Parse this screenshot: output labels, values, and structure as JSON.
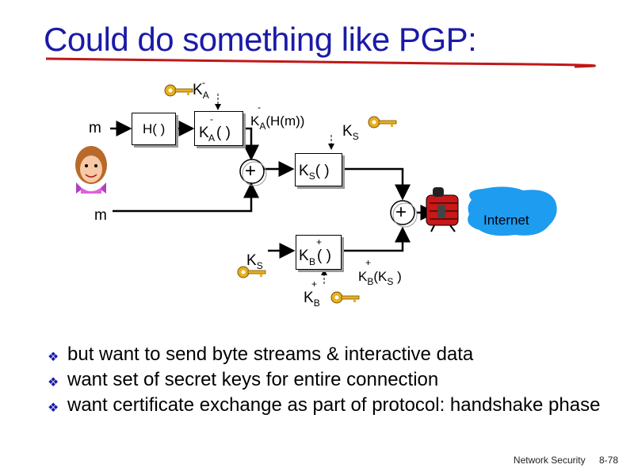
{
  "title": "Could do something like PGP:",
  "diagram": {
    "m_top": "m",
    "m_bottom": "m",
    "hash_box": "H( )",
    "sign_box_key": "K",
    "sign_box_sub": "A",
    "sign_box_sup": "-",
    "sign_box_arg": "( )",
    "signed_key": "K",
    "signed_sub": "A",
    "signed_sup": "-",
    "signed_arg": "(H(m))",
    "keyA": "K",
    "keyA_sub": "A",
    "keyA_sup": "-",
    "ks_top": "K",
    "ks_top_sub": "S",
    "ks_box": "K",
    "ks_box_sub": "S",
    "ks_box_arg": "( )",
    "ks_left": "K",
    "ks_left_sub": "S",
    "kb_box": "K",
    "kb_box_sub": "B",
    "kb_box_sup": "+",
    "kb_box_arg": "( )",
    "kb_key": "K",
    "kb_key_sub": "B",
    "kb_key_sup": "+",
    "kbks": "K",
    "kbks_sub": "B",
    "kbks_sup": "+",
    "kbks_arg_open": "(K",
    "kbks_arg_sub": "S",
    "kbks_arg_close": " )",
    "plus_symbol": "+",
    "internet": "Internet"
  },
  "bullets": [
    "but want to send byte streams & interactive data",
    "want set of secret keys for entire connection",
    "want certificate exchange as part of protocol: handshake phase"
  ],
  "footer": {
    "left": "Network Security",
    "page": "8-78"
  },
  "colors": {
    "title": "#1a1aa8",
    "underline": "#c01818",
    "cloud": "#1e9cf0",
    "key": "#e8b020"
  },
  "icons": [
    "key-icon",
    "woman-icon",
    "firewall-icon",
    "cloud-icon"
  ]
}
